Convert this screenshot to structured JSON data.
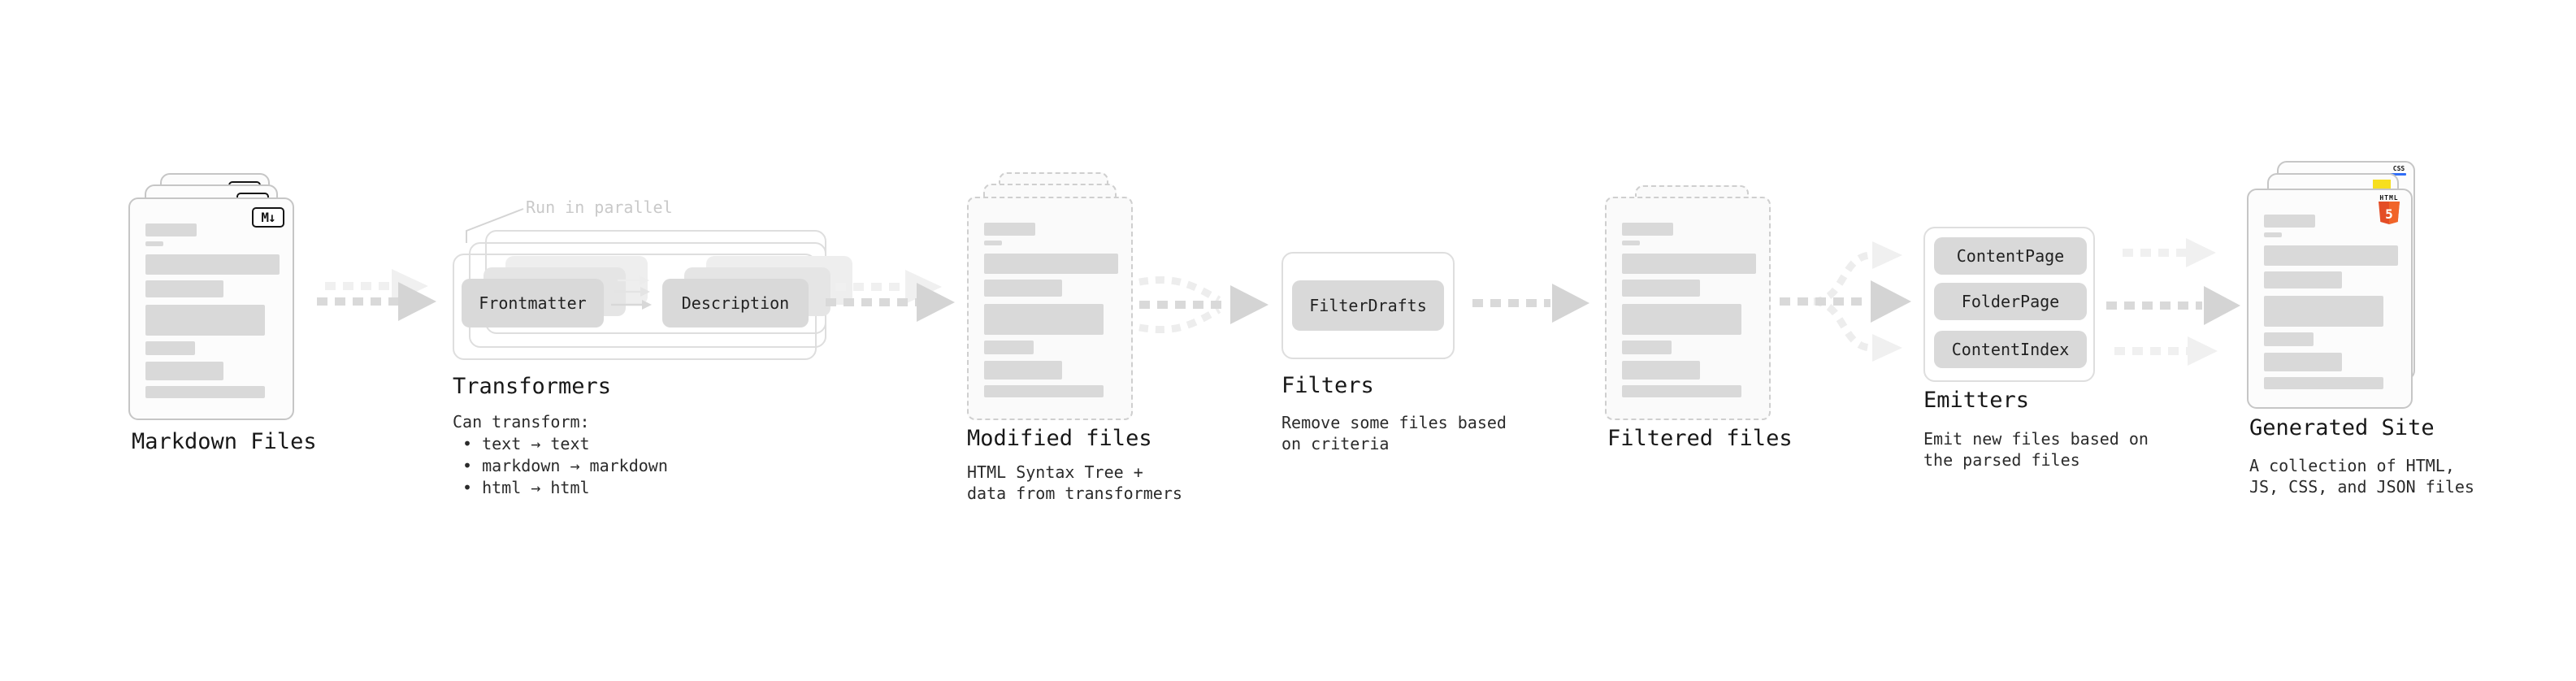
{
  "stages": {
    "markdown": {
      "title": "Markdown Files"
    },
    "transformers": {
      "title": "Transformers",
      "note": "Run in parallel",
      "frontmatter_label": "Frontmatter",
      "description_label": "Description",
      "desc_heading": "Can transform:",
      "bullets": [
        "text → text",
        "markdown → markdown",
        "html → html"
      ]
    },
    "modified": {
      "title": "Modified files",
      "desc": [
        "HTML Syntax Tree +",
        "data from transformers"
      ]
    },
    "filters": {
      "title": "Filters",
      "filter_label": "FilterDrafts",
      "desc": [
        "Remove some files based",
        "on criteria"
      ]
    },
    "filtered": {
      "title": "Filtered files"
    },
    "emitters": {
      "title": "Emitters",
      "boxes": [
        "ContentPage",
        "FolderPage",
        "ContentIndex"
      ],
      "desc": [
        "Emit new files based on",
        "the parsed files"
      ]
    },
    "generated": {
      "title": "Generated Site",
      "desc": [
        "A collection of HTML,",
        "JS, CSS, and JSON files"
      ]
    }
  },
  "icons": {
    "markdown_badge": "M↓",
    "html5_label": "HTML",
    "html5_numeral": "5",
    "css_label": "CSS"
  },
  "colors": {
    "html5_orange": "#e44d26",
    "html5_orange_light": "#f16529",
    "js_yellow": "#f7df1e",
    "css_blue": "#2f6df6",
    "box_gray": "#d9d9d9",
    "arrow_dark": "#d9d9d9",
    "arrow_light": "#f0f0f0"
  }
}
